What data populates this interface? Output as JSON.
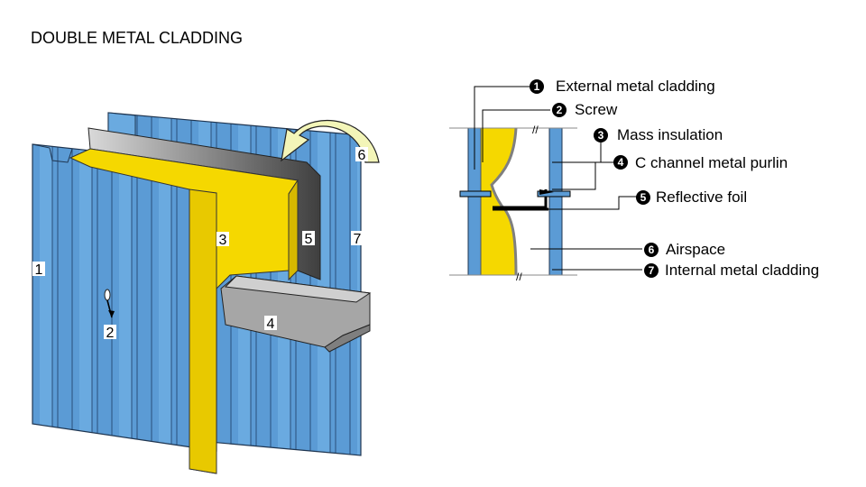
{
  "title": "DOUBLE METAL CLADDING",
  "colors": {
    "cladding_blue": "#5b9bd5",
    "insulation_yellow": "#f5d800",
    "metal_gray": "#a6a6a6",
    "foil_gray": "#7f7f7f",
    "airspace_white": "#ffffff",
    "arrow_yellow": "#f3f5b8"
  },
  "diagram_markers": [
    "1",
    "2",
    "3",
    "4",
    "5",
    "6",
    "7"
  ],
  "legend": [
    {
      "num": "1",
      "label": "External metal cladding"
    },
    {
      "num": "2",
      "label": "Screw"
    },
    {
      "num": "3",
      "label": "Mass insulation"
    },
    {
      "num": "4",
      "label": "C channel metal purlin"
    },
    {
      "num": "5",
      "label": "Reflective foil"
    },
    {
      "num": "6",
      "label": "Airspace"
    },
    {
      "num": "7",
      "label": "Internal metal cladding"
    }
  ]
}
